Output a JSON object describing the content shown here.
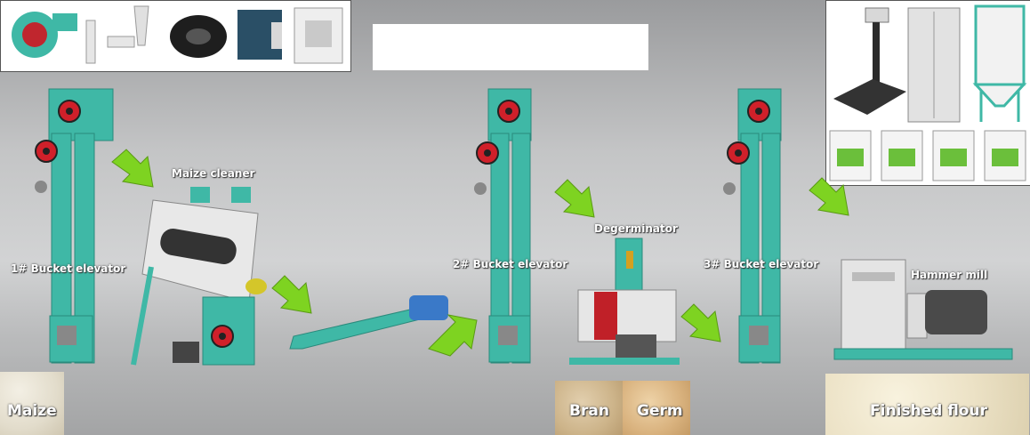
{
  "labels": {
    "elevator_1": "1# Bucket elevator",
    "maize_cleaner": "Maize cleaner",
    "elevator_2": "2# Bucket elevator",
    "degerminator": "Degerminator",
    "elevator_3": "3# Bucket elevator",
    "hammer_mill": "Hammer mill"
  },
  "samples": {
    "maize": "Maize",
    "bran": "Bran",
    "germ": "Germ",
    "finished_flour": "Finished flour"
  },
  "colors": {
    "machine_teal": "#3fb8a6",
    "arrow_green": "#7ed321",
    "pulley_red": "#d0202a"
  }
}
